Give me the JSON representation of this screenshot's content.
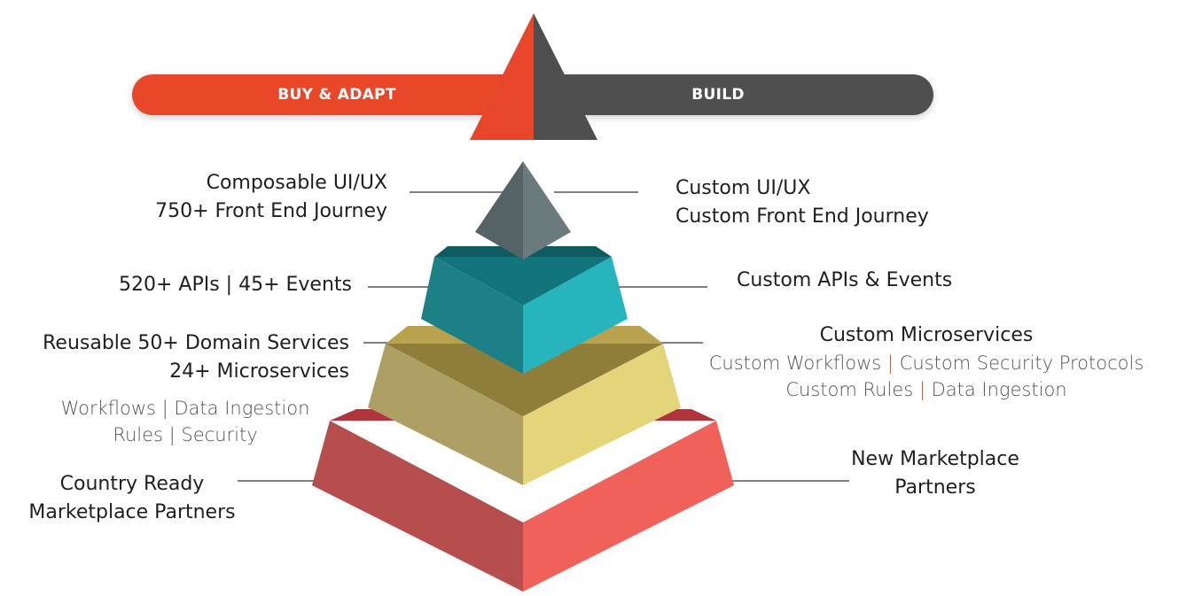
{
  "banner": {
    "left_label": "BUY & ADAPT",
    "right_label": "BUILD",
    "left_color": "#e8462a",
    "right_color": "#4f4f4f"
  },
  "tiers": [
    {
      "name": "ui",
      "color": "#5e6c6f",
      "left": [
        "Composable UI/UX",
        "750+ Front End Journey"
      ],
      "right": [
        "Custom UI/UX",
        "Custom Front End Journey"
      ]
    },
    {
      "name": "api",
      "color": "#20a8b2",
      "left": [
        "520+ APIs | 45+ Events"
      ],
      "right": [
        "Custom APIs & Events"
      ]
    },
    {
      "name": "services",
      "color": "#d9c56a",
      "left": [
        "Reusable 50+ Domain Services",
        "24+ Microservices"
      ],
      "left_sub": [
        "Workflows | Data Ingestion",
        "Rules | Security"
      ],
      "right": [
        "Custom Microservices"
      ],
      "right_sub": [
        [
          "Custom Workflows",
          "Custom Security Protocols"
        ],
        [
          "Custom Rules",
          "Data Ingestion"
        ]
      ]
    },
    {
      "name": "marketplace",
      "color": "#e2564f",
      "left": [
        "Country Ready",
        "Marketplace Partners"
      ],
      "right": [
        "New Marketplace",
        "Partners"
      ]
    }
  ],
  "separator": "|"
}
